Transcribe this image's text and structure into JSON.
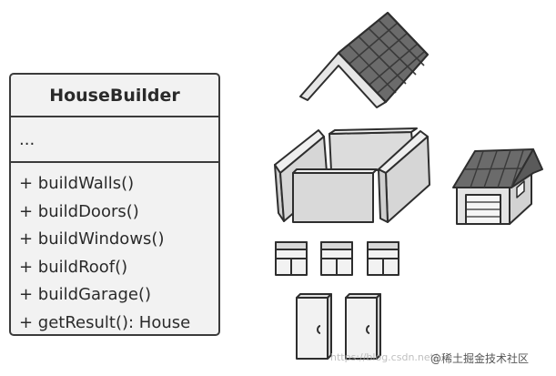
{
  "class_box": {
    "name": "HouseBuilder",
    "fields": "...",
    "methods": [
      "+ buildWalls()",
      "+ buildDoors()",
      "+ buildWindows()",
      "+ buildRoof()",
      "+ buildGarage()",
      "+ getResult(): House"
    ]
  },
  "illustrations": [
    "roof-icon",
    "walls-icon",
    "garage-icon",
    "window-icon",
    "door-icon"
  ],
  "watermark": {
    "url": "https://blog.csdn.net/",
    "site": "@稀土掘金技术社区"
  },
  "colors": {
    "outline": "#3b3b3b",
    "box_fill": "#f2f2f2",
    "roof_tile": "#6b6b6b",
    "wall_fill": "#d9d9d9"
  }
}
